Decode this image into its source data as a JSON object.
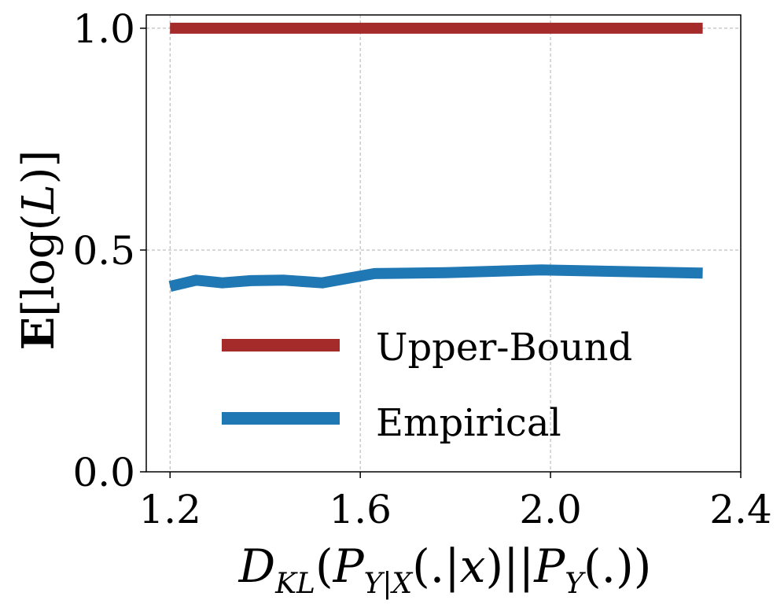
{
  "chart_data": {
    "type": "line",
    "title": "",
    "xlabel": "D_KL(P_Y|X(.|x)||P_Y(.))",
    "ylabel": "E[log(L)]",
    "xlim": [
      1.15,
      2.4
    ],
    "ylim": [
      0.0,
      1.03
    ],
    "xticks": [
      "1.2",
      "1.6",
      "2.0",
      "2.4"
    ],
    "yticks": [
      "0.0",
      "0.5",
      "1.0"
    ],
    "grid": true,
    "legend_position": "lower-center",
    "series": [
      {
        "name": "Upper-Bound",
        "color": "#a52a2a",
        "x": [
          1.2,
          2.32
        ],
        "y": [
          1.0,
          1.0
        ]
      },
      {
        "name": "Empirical",
        "color": "#1f77b4",
        "x": [
          1.2,
          1.255,
          1.31,
          1.37,
          1.44,
          1.52,
          1.63,
          1.78,
          1.98,
          2.32
        ],
        "y": [
          0.418,
          0.432,
          0.426,
          0.431,
          0.432,
          0.426,
          0.447,
          0.449,
          0.455,
          0.448
        ]
      }
    ]
  }
}
